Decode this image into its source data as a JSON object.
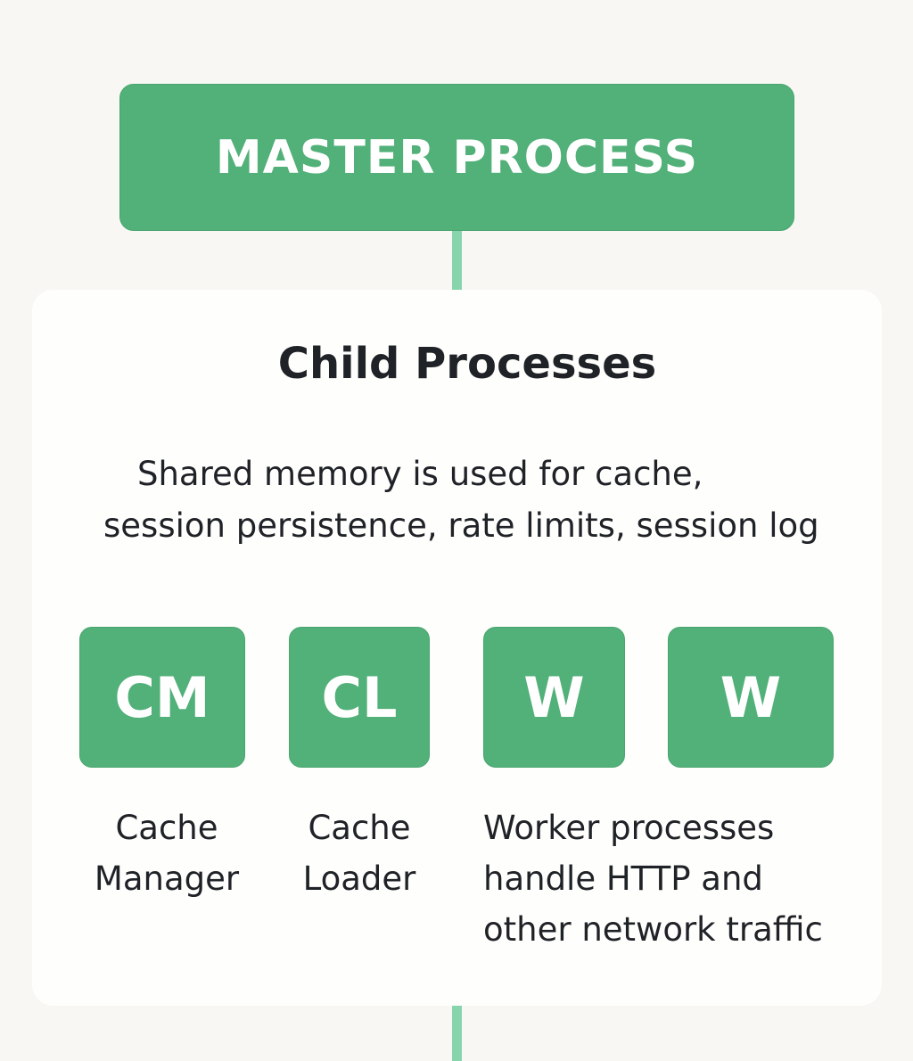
{
  "master": {
    "label": "MASTER PROCESS"
  },
  "children": {
    "title": "Child Processes",
    "shared_memory_lines": [
      "Shared memory is used for cache,",
      "session persistence, rate limits, session log"
    ],
    "processes": [
      {
        "abbr": "CM",
        "caption_lines": [
          "Cache",
          "Manager"
        ]
      },
      {
        "abbr": "CL",
        "caption_lines": [
          "Cache",
          "Loader"
        ]
      },
      {
        "abbr": "W"
      },
      {
        "abbr": "W"
      }
    ],
    "workers_caption_lines": [
      "Worker processes",
      "handle HTTP and",
      "other network traffic"
    ]
  },
  "colors": {
    "node_fill": "#52b079",
    "connector": "#88d4ac",
    "panel": "#fefefd",
    "background": "#f8f7f4",
    "text": "#1f2226"
  }
}
